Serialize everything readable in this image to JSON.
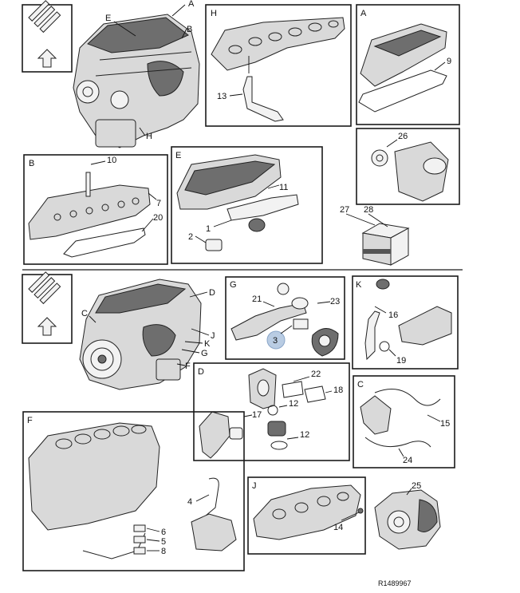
{
  "figure_ref": "R1489967",
  "sections": [
    {
      "id": "H",
      "letter": "H",
      "callouts": [
        "13"
      ]
    },
    {
      "id": "A",
      "letter": "A",
      "callouts": [
        "9"
      ]
    },
    {
      "id": "B",
      "letter": "B",
      "callouts": [
        "10",
        "7",
        "20"
      ]
    },
    {
      "id": "E",
      "letter": "E",
      "callouts": [
        "11",
        "1",
        "2"
      ]
    },
    {
      "id": "G",
      "letter": "G",
      "callouts": [
        "21",
        "23",
        "3"
      ]
    },
    {
      "id": "K",
      "letter": "K",
      "callouts": [
        "16",
        "19"
      ]
    },
    {
      "id": "D",
      "letter": "D",
      "callouts": [
        "22",
        "18",
        "17",
        "12",
        "12"
      ]
    },
    {
      "id": "C",
      "letter": "C",
      "callouts": [
        "15",
        "24"
      ]
    },
    {
      "id": "F",
      "letter": "F",
      "callouts": [
        "4",
        "6",
        "5",
        "8"
      ]
    },
    {
      "id": "J",
      "letter": "J",
      "callouts": [
        "14"
      ]
    }
  ],
  "unboxed_callouts": [
    "26",
    "27",
    "28",
    "25"
  ],
  "engine_top_labels": [
    "A",
    "B",
    "E",
    "H"
  ],
  "engine_bottom_labels": [
    "C",
    "D",
    "J",
    "K",
    "G",
    "F"
  ],
  "highlighted_callout": "3",
  "colors": {
    "highlight": "#b9cce3",
    "line": "#1a1a1a",
    "part": "#d9d9d9"
  }
}
